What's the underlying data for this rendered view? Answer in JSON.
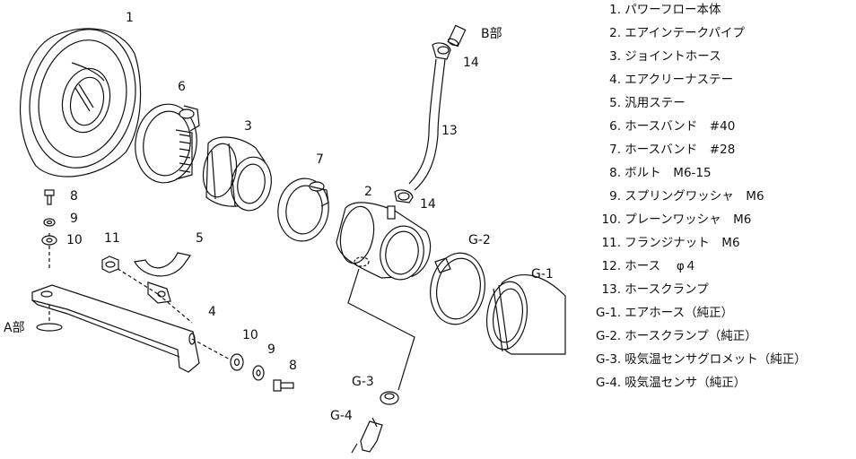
{
  "diagram": {
    "callouts": {
      "c1": "1",
      "c2": "2",
      "c3": "3",
      "c4": "4",
      "c5": "5",
      "c6": "6",
      "c7": "7",
      "c8a": "8",
      "c9a": "9",
      "c10a": "10",
      "c11": "11",
      "c10b": "10",
      "c9b": "9",
      "c8b": "8",
      "c13": "13",
      "c14a": "14",
      "c14b": "14",
      "cg1": "G-1",
      "cg2": "G-2",
      "cg3": "G-3",
      "cg4": "G-4",
      "part_a": "A部",
      "part_b": "B部"
    }
  },
  "legend": {
    "items": [
      {
        "num": "1.",
        "text": "パワーフロー本体"
      },
      {
        "num": "2.",
        "text": "エアインテークパイプ"
      },
      {
        "num": "3.",
        "text": "ジョイントホース"
      },
      {
        "num": "4.",
        "text": "エアクリーナステー"
      },
      {
        "num": "5.",
        "text": "汎用ステー"
      },
      {
        "num": "6.",
        "text": "ホースバンド　#40"
      },
      {
        "num": "7.",
        "text": "ホースバンド　#28"
      },
      {
        "num": "8.",
        "text": "ボルト　M6-15"
      },
      {
        "num": "9.",
        "text": "スプリングワッシャ　M6"
      },
      {
        "num": "10.",
        "text": "プレーンワッシャ　M6"
      },
      {
        "num": "11.",
        "text": "フランジナット　M6"
      },
      {
        "num": "12.",
        "text": "ホース　 φ４"
      },
      {
        "num": "13.",
        "text": "ホースクランプ"
      },
      {
        "num": "G-1.",
        "text": "エアホース（純正）"
      },
      {
        "num": "G-2.",
        "text": "ホースクランプ（純正）"
      },
      {
        "num": "G-3.",
        "text": "吸気温センサグロメット（純正）"
      },
      {
        "num": "G-4.",
        "text": "吸気温センサ（純正）"
      }
    ]
  }
}
